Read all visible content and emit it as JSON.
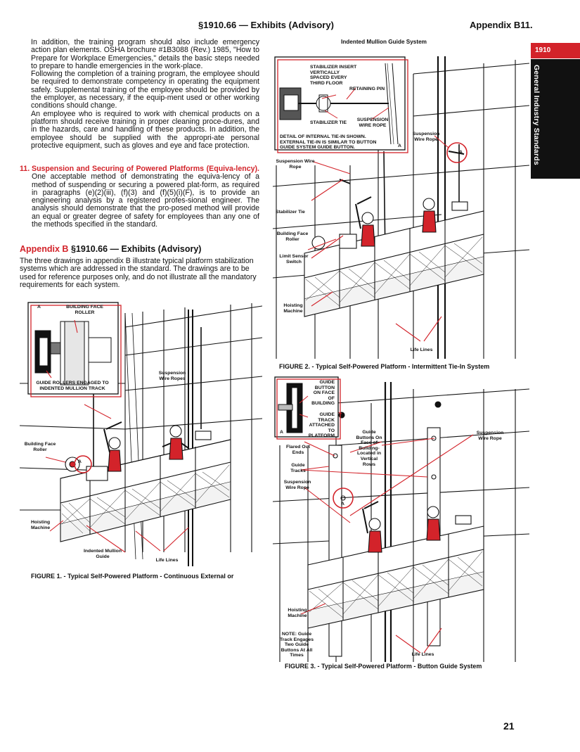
{
  "header": {
    "section": "§1910.66 — Exhibits (Advisory)",
    "appendix": "Appendix B11."
  },
  "side_tab": {
    "number": "1910",
    "label": "General Industry Standards"
  },
  "left_column": {
    "paragraphs": [
      "In addition, the training program should also include emergency action plan elements. OSHA brochure #1B3088 (Rev.) 1985, \"How to Prepare for Workplace Emergencies,\" details the basic steps needed to prepare to handle emergencies in the work-place.",
      "Following the completion of a training program, the employee should be required to demonstrate competency in operating the equipment safely. Supplemental training of the employee should be provided by the employer, as necessary, if the equip-ment used or other working conditions should change.",
      "An employee who is required to work with chemical products on a platform should receive training in proper cleaning proce-dures, and in the hazards, care and handling of these products. In addition, the employee should be supplied with the appropri-ate personal protective equipment, such as gloves and eye and face protection."
    ],
    "item11": {
      "number": "11.",
      "title": "Suspension and Securing of Powered Platforms (Equiva-lency).",
      "body": "One acceptable method of demonstrating the equiva-lency of a method of suspending or securing a powered plat-form, as required in paragraphs (e)(2)(iii), (f)(3) and (f)(5)(i)(F), is to provide an engineering analysis by a registered profes-sional engineer. The analysis should demonstrate that the pro-posed method will provide an equal or greater degree of safety for employees than any one of the methods specified in the standard."
    },
    "appendix_heading": {
      "red_part": "Appendix B",
      "black_part": "§1910.66 — Exhibits (Advisory)"
    },
    "appendix_intro": "The three drawings in appendix B illustrate typical platform stabilization systems which are addressed in the standard. The drawings are to be used for reference purposes only, and do not illustrate all the mandatory requirements for each system."
  },
  "figure1": {
    "caption": "FIGURE 1. - Typical Self-Powered Platform - Continuous External or",
    "inset_a": "A",
    "inset_title": "BUILDING FACE ROLLER",
    "inset_bottom": "GUIDE ROLLERS ENGAGED TO INDENTED MULLION TRACK",
    "labels": {
      "suspension": "Suspension Wire Ropes",
      "roller": "Building Face Roller",
      "a": "A",
      "hoisting": "Hoisting Machine",
      "indented": "Indented Mullion Guide",
      "lifelines": "Life Lines"
    }
  },
  "figure2": {
    "top_label": "Indented Mullion Guide System",
    "caption": "FIGURE 2. - Typical Self-Powered Platform - Intermittent Tie-In System",
    "inset": {
      "stabilizer_insert": "STABILIZER INSERT VERTICALLY SPACED EVERY THIRD FLOOR",
      "retaining_pin": "RETAINING PIN",
      "stabilizer_tie": "STABILIZER TIE",
      "suspension": "SUSPENSION WIRE ROPE",
      "detail": "DETAIL OF INTERNAL TIE-IN SHOWN. EXTERNAL TIE-IN IS SIMILAR TO BUTTON GUIDE SYSTEM GUIDE BUTTON.",
      "a": "A"
    },
    "labels": {
      "suspension_right": "Suspension Wire Rope",
      "a": "A",
      "suspension_left": "Suspension Wire Rope",
      "stabilizer_tie": "Stabilizer Tie",
      "roller": "Building Face Roller",
      "limit": "Limit Sensor Switch",
      "hoisting": "Hoisting Machine",
      "lifelines": "Life Lines"
    }
  },
  "figure3": {
    "caption": "FIGURE 3. - Typical Self-Powered Platform - Button Guide System",
    "inset": {
      "guide_button": "GUIDE BUTTON ON FACE OF BUILDING",
      "guide_track": "GUIDE TRACK ATTACHED TO PLATFORM",
      "a": "A"
    },
    "labels": {
      "guide_buttons": "Guide Buttons On Face of Building-Located in Vertical Rows",
      "suspension_right": "Suspension Wire Rope",
      "flared": "Flared Out Ends",
      "guide_tracks": "Guide Tracks",
      "suspension_left": "Suspension Wire Rope",
      "a": "A",
      "hoisting": "Hoisting Machine",
      "note": "NOTE: Guide Track Engages Two Guide Buttons At All Times",
      "lifelines": "Life Lines"
    }
  },
  "page_number": "21",
  "colors": {
    "accent": "#d3232a",
    "ink": "#111111"
  }
}
